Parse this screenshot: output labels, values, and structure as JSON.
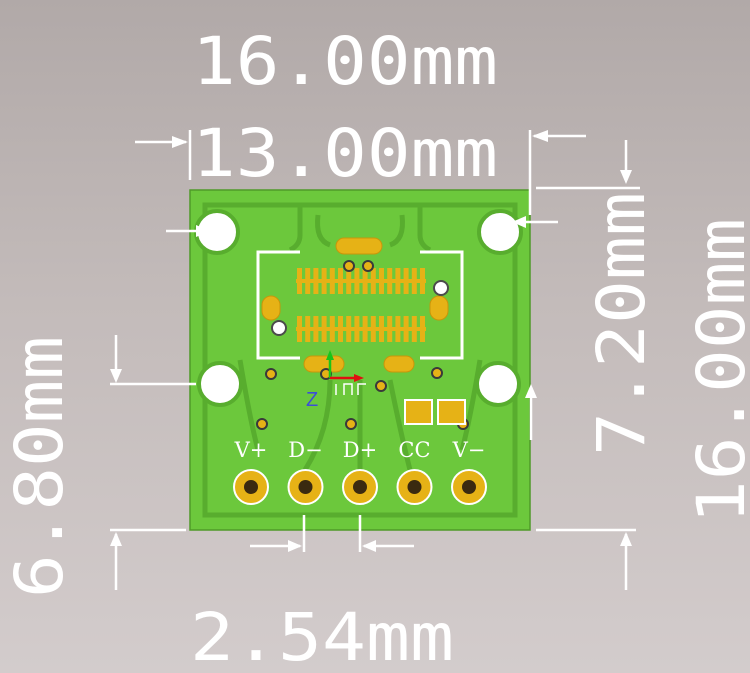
{
  "dimensions": {
    "board_width": "16.00mm",
    "hole_spacing_x": "13.00mm",
    "board_height": "16.00mm",
    "hole_spacing_y": "7.20mm",
    "hole_offset_bottom": "6.80mm",
    "pin_pitch": "2.54mm"
  },
  "pins": [
    "V+",
    "D−",
    "D+",
    "CC",
    "V−"
  ],
  "axis": {
    "z_label": "Z"
  },
  "colors": {
    "background": "#c2bab9",
    "board": "#67c437",
    "copper": "#5ab22e",
    "pad": "#e6b216",
    "silkscreen": "#ffffff"
  }
}
